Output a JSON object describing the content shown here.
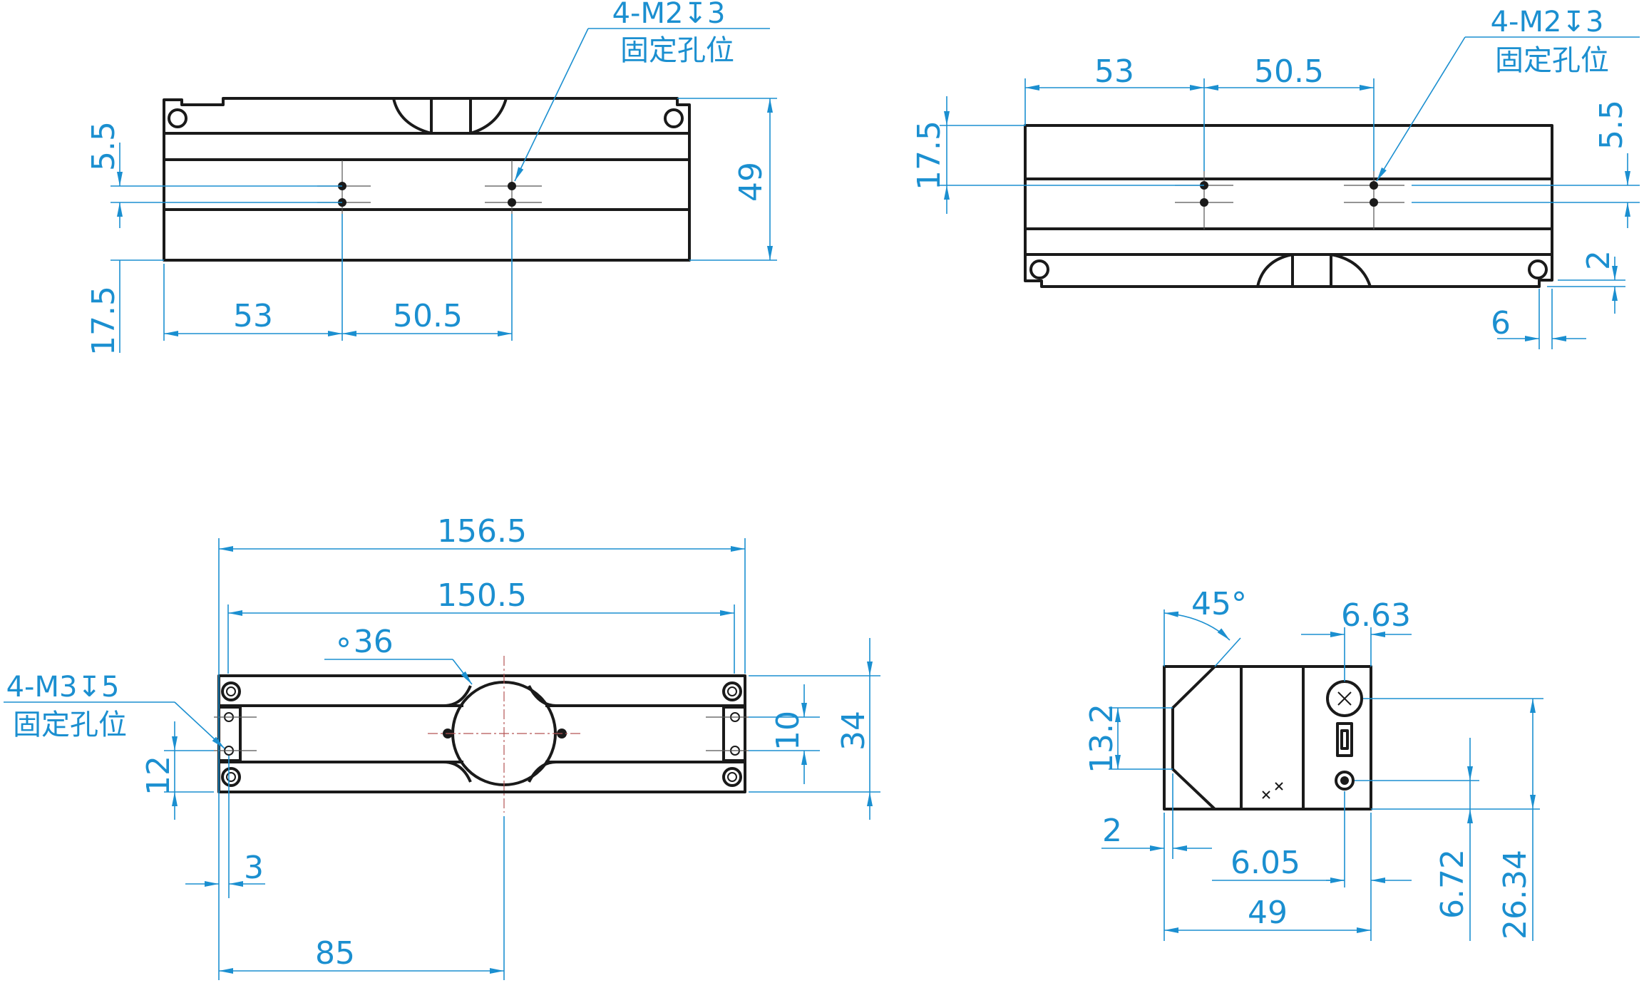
{
  "colors": {
    "line": "#1a1a1a",
    "dimension": "#1b8fd0",
    "centerline": "#b35555"
  },
  "views": {
    "top_left": {
      "callout_thread": "4-M2↧3",
      "callout_note": "固定孔位",
      "dims": {
        "d1": "5.5",
        "d2": "17.5",
        "d3": "49",
        "d4": "53",
        "d5": "50.5"
      }
    },
    "top_right": {
      "callout_thread": "4-M2↧3",
      "callout_note": "固定孔位",
      "dims": {
        "d1": "53",
        "d2": "50.5",
        "d3": "17.5",
        "d4": "5.5",
        "d5": "2",
        "d6": "6"
      }
    },
    "bottom_left": {
      "callout_thread": "4-M3↧5",
      "callout_note": "固定孔位",
      "dims": {
        "d1": "156.5",
        "d2": "150.5",
        "d3": "∘36",
        "d4": "10",
        "d5": "34",
        "d6": "12",
        "d7": "3",
        "d8": "85"
      }
    },
    "bottom_right": {
      "dims": {
        "d1": "45°",
        "d2": "6.63",
        "d3": "13.2",
        "d4": "2",
        "d5": "6.05",
        "d6": "49",
        "d7": "6.72",
        "d8": "26.34"
      }
    }
  }
}
